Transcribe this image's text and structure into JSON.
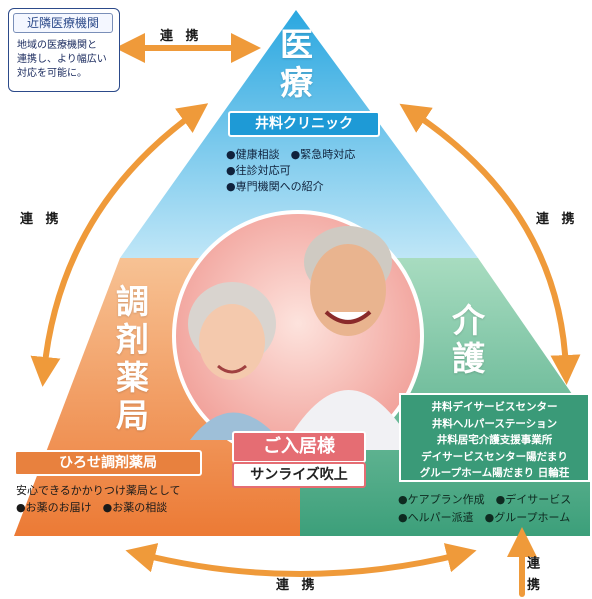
{
  "neighbor": {
    "title": "近隣医療機関",
    "desc": "地域の医療機関と\n連携し、より幅広い\n対応を可能に。"
  },
  "link_label": "連 携",
  "medical": {
    "title_1": "医",
    "title_2": "療",
    "clinic": "井料クリニック",
    "services": [
      "●健康相談　●緊急時対応",
      "●往診対応可",
      "●専門機関への紹介"
    ]
  },
  "pharmacy": {
    "title_1": "調",
    "title_2": "剤",
    "title_3": "薬",
    "title_4": "局",
    "name": "ひろせ調剤薬局",
    "desc_1": "安心できるかかりつけ薬局として",
    "desc_2": "●お薬のお届け　●お薬の相談"
  },
  "care": {
    "title_1": "介",
    "title_2": "護",
    "facilities": [
      "井料デイサービスセンター",
      "井料ヘルパーステーション",
      "井料居宅介護支援事業所",
      "デイサービスセンター陽だまり",
      "グループホーム陽だまり 日輪荘"
    ],
    "services_1": "●ケアプラン作成　●デイサービス",
    "services_2": "●ヘルパー派遣　●グループホーム"
  },
  "resident": {
    "label": "ご入居様",
    "facility": "サンライズ吹上"
  },
  "colors": {
    "medical": "#5cc3ec",
    "pharmacy": "#f3a15d",
    "care": "#5ab88f",
    "center": "#f7b3ae",
    "arrow": "#ef9a3a"
  }
}
